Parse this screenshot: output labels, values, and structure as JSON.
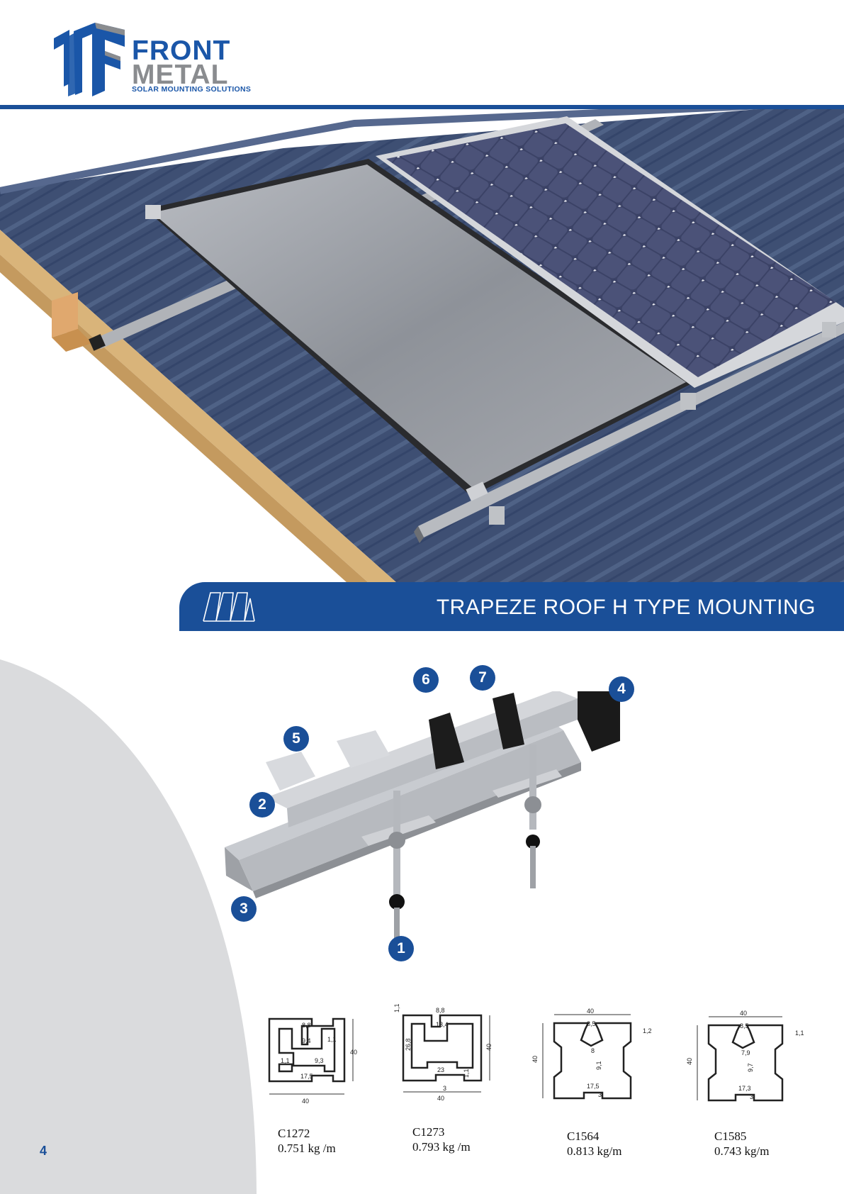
{
  "brand": {
    "name_line1": "FRONT",
    "name_line2": "METAL",
    "tagline": "SOLAR MOUNTING SOLUTIONS",
    "primary_color": "#1a56a8",
    "secondary_color": "#8a8c8f"
  },
  "hero": {
    "banner_title": "TRAPEZE ROOF H TYPE MOUNTING",
    "banner_icon": "trapeze-roof-icon",
    "banner_color": "#1a4f98"
  },
  "assembly": {
    "callouts": [
      "1",
      "2",
      "3",
      "4",
      "5",
      "6",
      "7"
    ]
  },
  "profiles": [
    {
      "code": "C1272",
      "weight": "0.751 kg /m",
      "dims": [
        "8,8",
        "9,4",
        "1,1",
        "1,1",
        "9,3",
        "17,5",
        "40",
        "40"
      ]
    },
    {
      "code": "C1273",
      "weight": "0.793 kg /m",
      "dims": [
        "1,1",
        "8,8",
        "13,4",
        "26,8",
        "40",
        "23",
        "1,1",
        "3",
        "40"
      ]
    },
    {
      "code": "C1564",
      "weight": "0.813 kg/m",
      "dims": [
        "40",
        "8,5",
        "1,2",
        "8",
        "40",
        "9,1",
        "17,5",
        "3"
      ]
    },
    {
      "code": "C1585",
      "weight": "0.743 kg/m",
      "dims": [
        "40",
        "8,5",
        "1,1",
        "7,9",
        "40",
        "9,7",
        "17,3",
        "3"
      ]
    }
  ],
  "page": {
    "number": "4"
  }
}
